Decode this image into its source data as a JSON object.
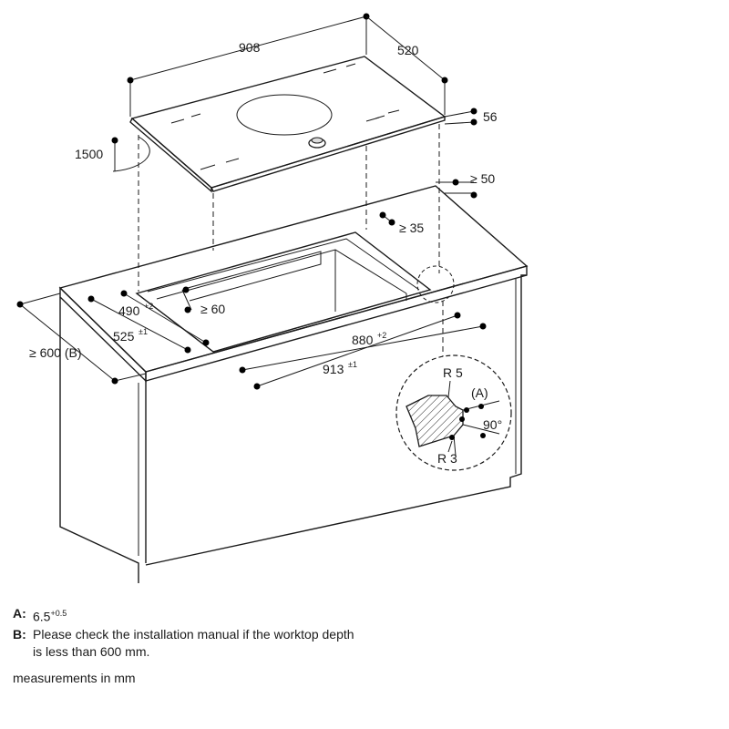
{
  "dimensions": {
    "hob_width": "908",
    "hob_depth": "520",
    "hob_height": "56",
    "cable_length": "1500",
    "rear_clearance": "≥ 50",
    "cutout_side_margin": "≥ 35",
    "front_clearance": "≥ 60",
    "cutout_depth_inner": "490",
    "cutout_depth_inner_tol": "+2",
    "cutout_depth_outer": "525",
    "cutout_depth_outer_tol": "±1",
    "cutout_width_inner": "880",
    "cutout_width_inner_tol": "+2",
    "cutout_width_outer": "913",
    "cutout_width_outer_tol": "±1",
    "worktop_depth": "≥ 600 (B)"
  },
  "detail": {
    "radius_top": "R 5",
    "radius_bottom": "R 3",
    "marker": "(A)",
    "angle": "90°"
  },
  "notes": [
    {
      "key": "A:",
      "text": "6.5",
      "sup": "+0.5"
    },
    {
      "key": "B:",
      "text": "Please check the installation manual if the worktop depth",
      "cont": "is less than 600 mm."
    }
  ],
  "units": "measurements in mm"
}
